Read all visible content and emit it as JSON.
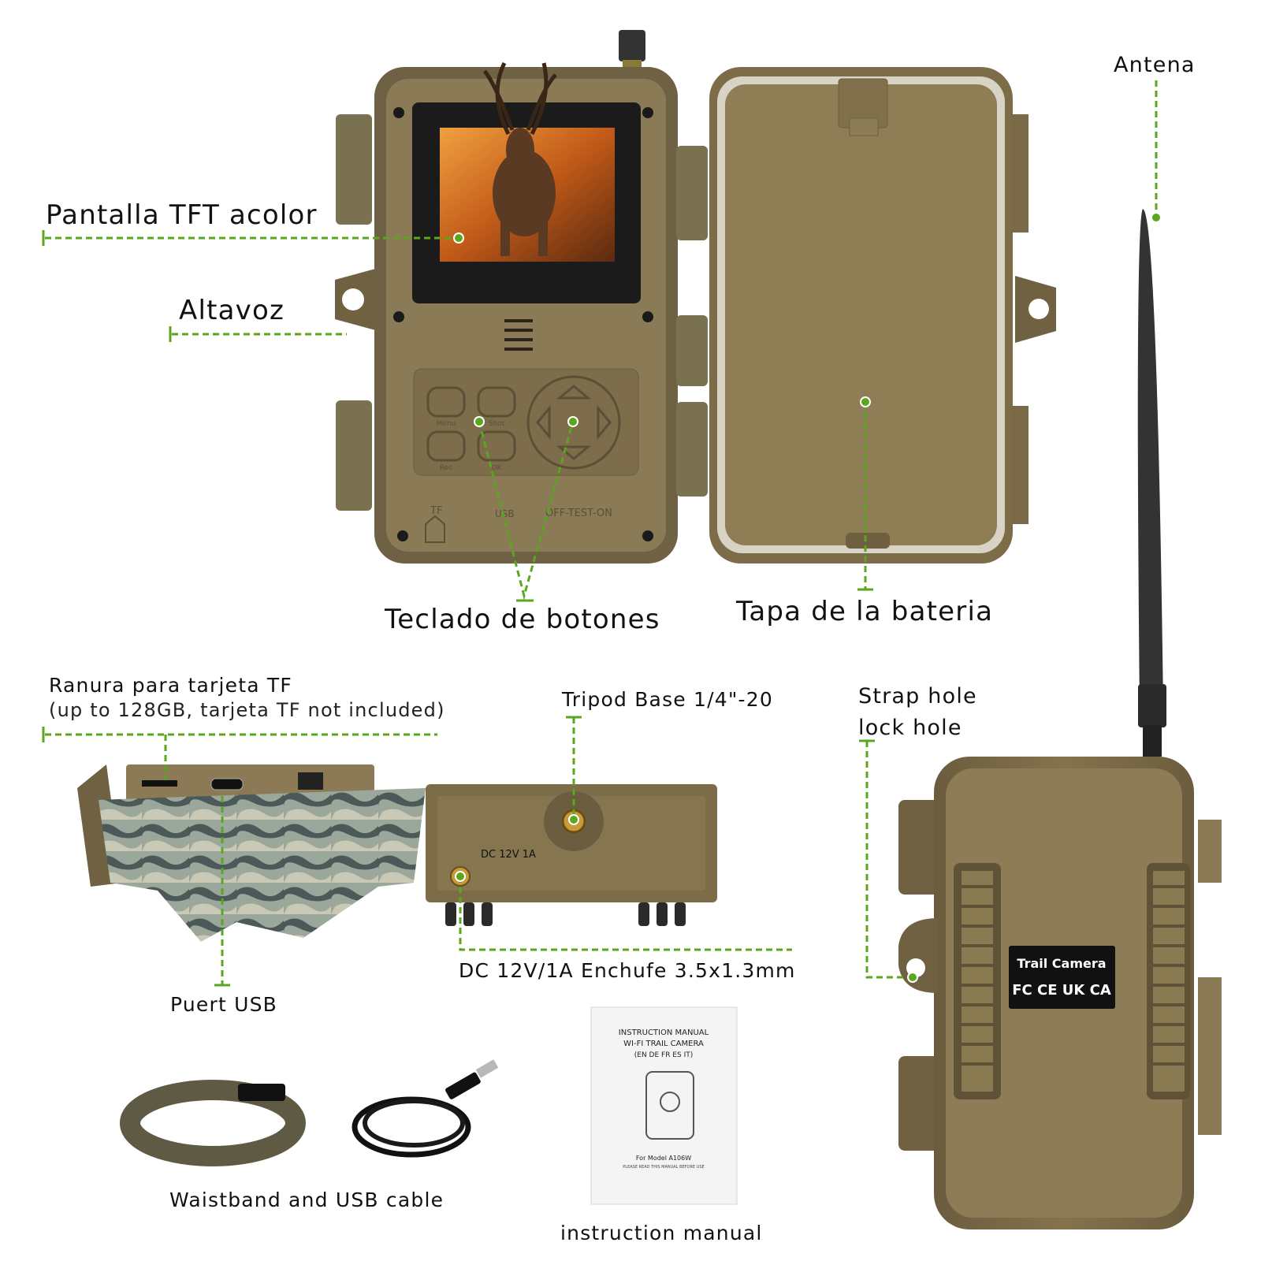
{
  "callouts": {
    "pantalla": "Pantalla TFT acolor",
    "altavoz": "Altavoz",
    "teclado": "Teclado de botones",
    "tapa": "Tapa de la bateria",
    "antena": "Antena",
    "ranura_title": "Ranura para tarjeta TF",
    "ranura_sub": "(up to 128GB, tarjeta TF not included)",
    "tripod": "Tripod Base 1/4\"-20",
    "strap_1": "Strap hole",
    "strap_2": "lock hole",
    "usb": "Puert USB",
    "dc": "DC 12V/1A Enchufe 3.5x1.3mm",
    "waistband": "Waistband and USB cable",
    "manual": "instruction manual"
  },
  "device_marks": {
    "keypad_labels": [
      "Menu",
      "Shot",
      "Rec",
      "OK"
    ],
    "port_labels": [
      "TF",
      "USB",
      "OFF-TEST-ON"
    ],
    "dc_label": "DC 12V 1A",
    "back_badge_title": "Trail Camera",
    "back_badge_marks": "FC CE UK CA"
  },
  "manual_cover": {
    "line1": "INSTRUCTION MANUAL",
    "line2": "WI-FI TRAIL CAMERA",
    "line3": "(EN DE FR ES IT)",
    "model": "For Model A106W",
    "note": "PLEASE READ THIS MANUAL BEFORE USE"
  },
  "colors": {
    "accent_green": "#5aa61e",
    "camera_body": "#7a6a48",
    "camera_inner": "#8b7a52",
    "background": "#ffffff"
  }
}
